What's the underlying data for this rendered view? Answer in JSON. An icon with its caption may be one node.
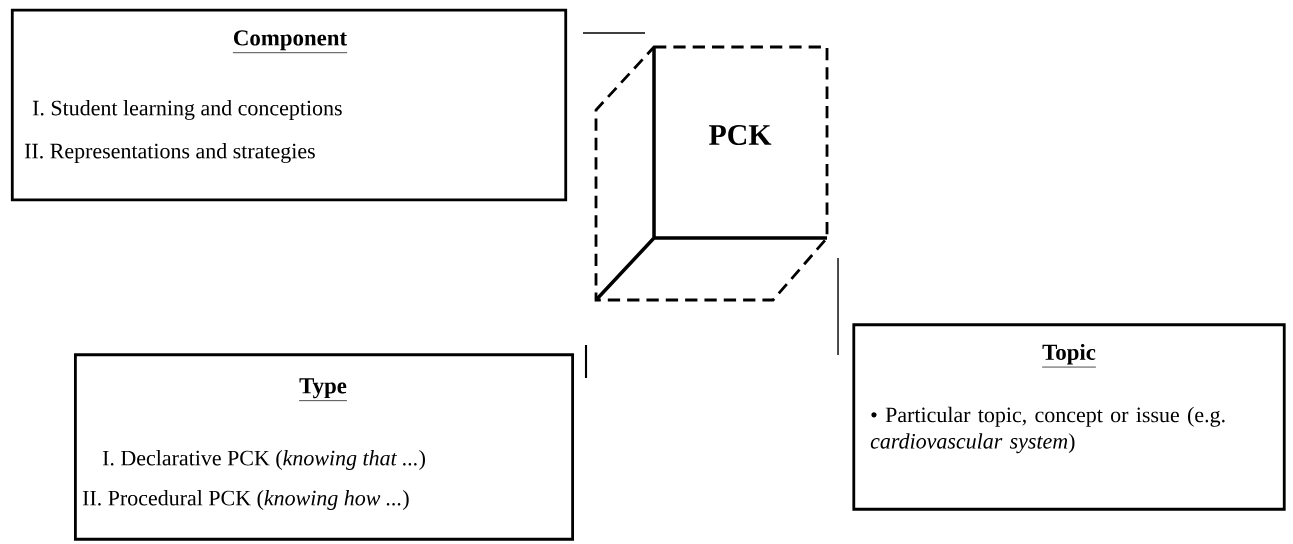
{
  "diagram": {
    "nodes": [
      {
        "text": [
          "Component",
          "I. Student learning and conceptions",
          "II.  Representations and strategies"
        ]
      },
      {
        "text": [
          "PCK"
        ]
      },
      {
        "text": [
          "Type",
          "I.  Declarative PCK (*knowing that ...*)",
          "II. Procedural PCK (*knowing how ...*)"
        ]
      },
      {
        "text": [
          "Topic",
          "• Particular topic, concept or issue (e.g. *cardiovascular system*)"
        ]
      }
    ]
  }
}
